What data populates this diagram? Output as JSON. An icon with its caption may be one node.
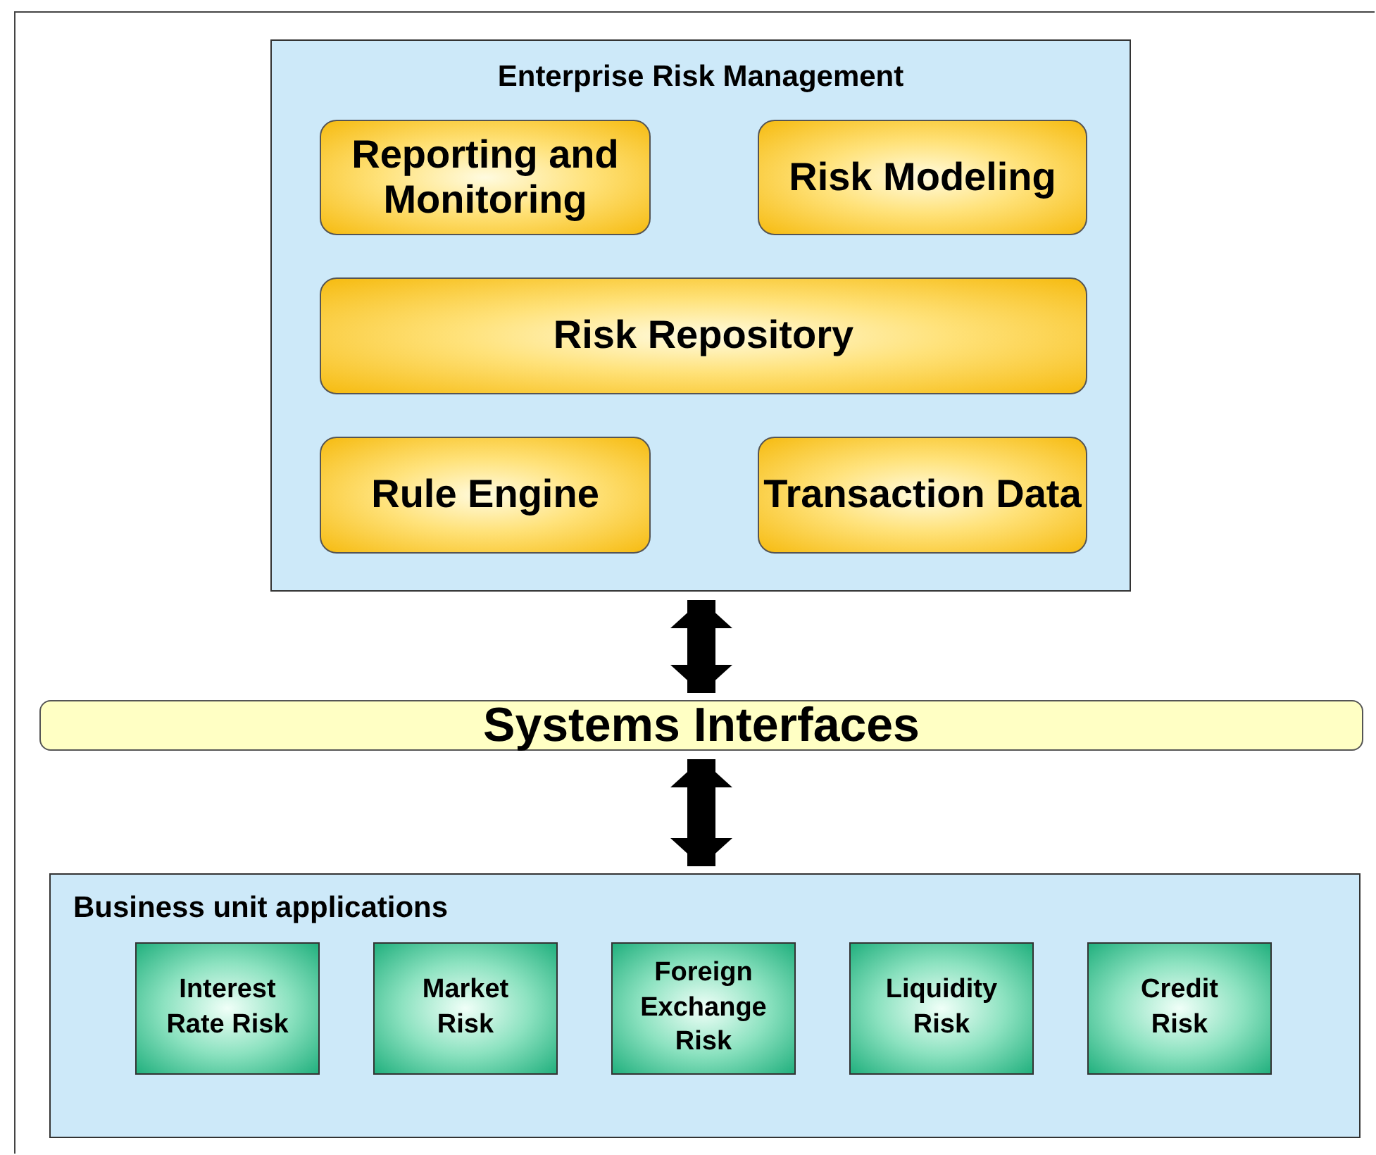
{
  "diagram": {
    "nodes": [
      {
        "text": [
          "Enterprise Risk Management"
        ]
      },
      {
        "text": [
          "Reporting and Monitoring"
        ],
        "in": 0
      },
      {
        "text": [
          "Risk Modeling"
        ],
        "in": 0
      },
      {
        "text": [
          "Risk Repository"
        ],
        "in": 0
      },
      {
        "text": [
          "Rule Engine"
        ],
        "in": 0
      },
      {
        "text": [
          "Transaction Data"
        ],
        "in": 0
      },
      {
        "text": [
          "Systems Interfaces"
        ]
      },
      {
        "text": [
          "Business unit applications"
        ]
      },
      {
        "text": [
          "Interest Rate Risk"
        ],
        "in": 7
      },
      {
        "text": [
          "Market Risk"
        ],
        "in": 7
      },
      {
        "text": [
          "Foreign Exchange Risk"
        ],
        "in": 7
      },
      {
        "text": [
          "Liquidity Risk"
        ],
        "in": 7
      },
      {
        "text": [
          "Credit Risk"
        ],
        "in": 7
      }
    ],
    "edges": [
      {
        "from": 0,
        "to": 6,
        "arrow": "both"
      },
      {
        "from": 6,
        "to": 7,
        "arrow": "both"
      }
    ]
  }
}
